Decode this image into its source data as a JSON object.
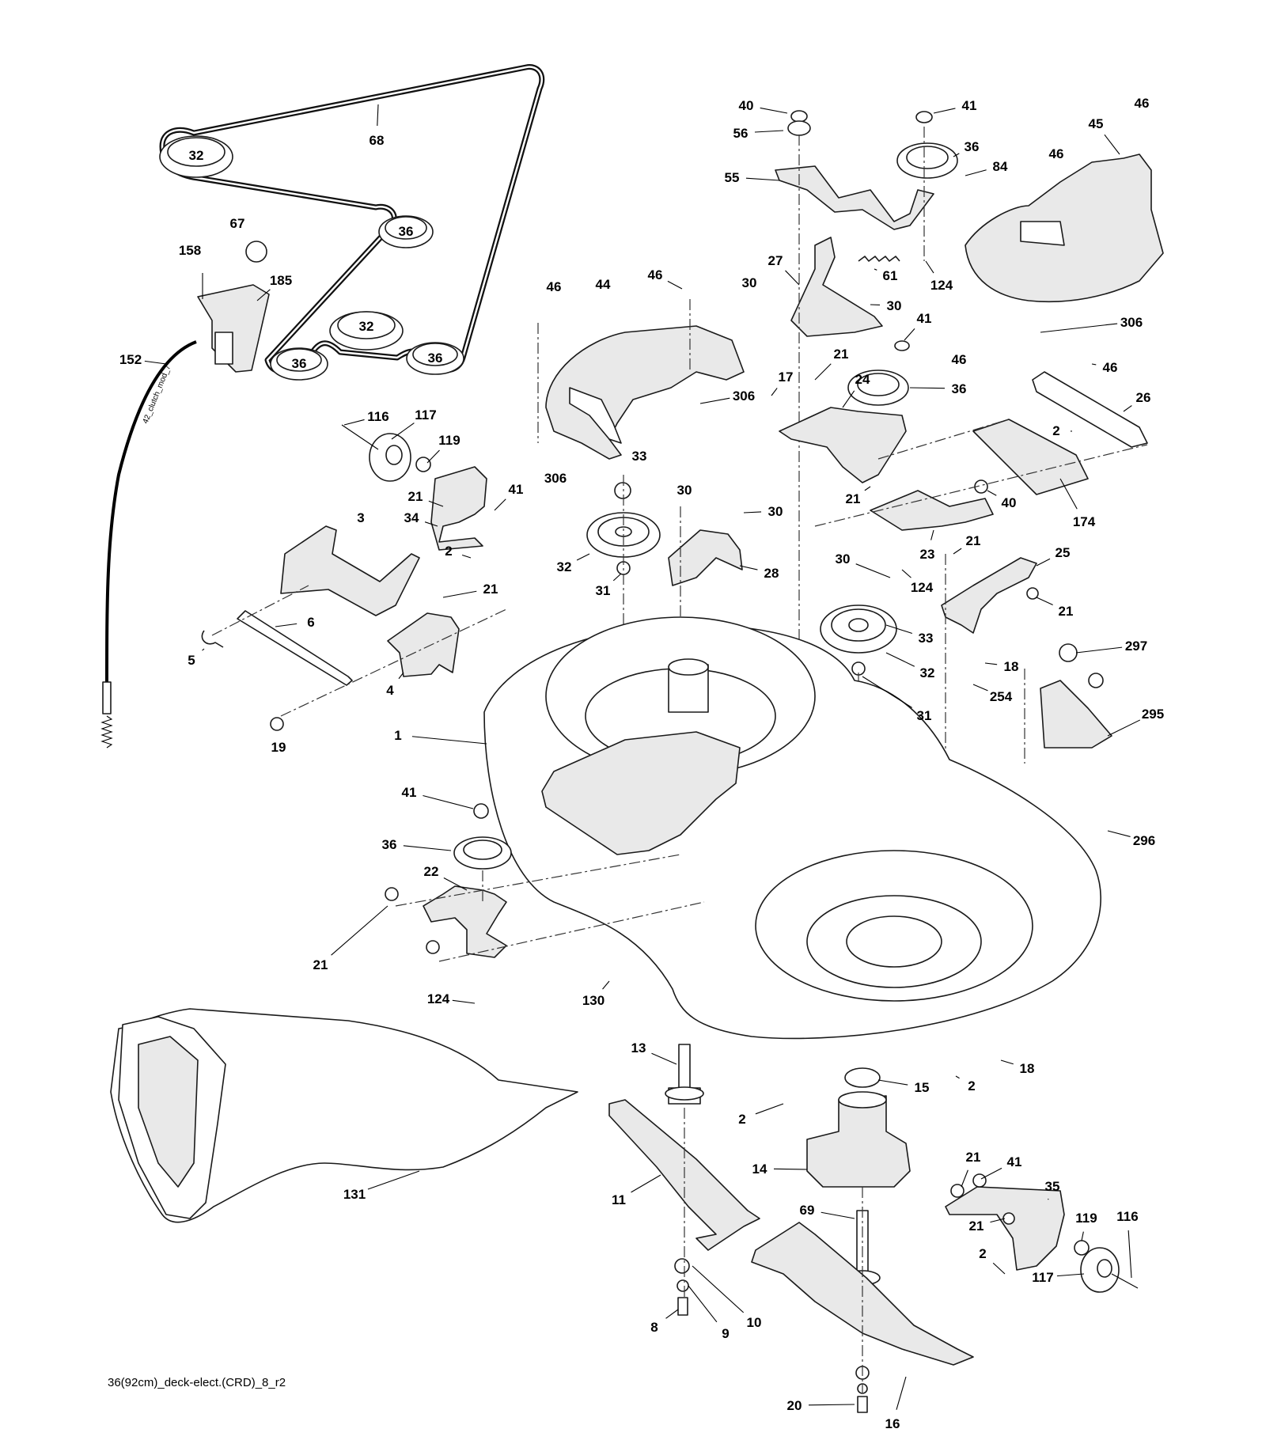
{
  "drawing_code": "36(92cm)_deck-elect.(CRD)_8_r2",
  "cable_tag": "42_clutch_mod_7",
  "callouts": [
    {
      "id": "c68",
      "text": "68"
    },
    {
      "id": "c32a",
      "text": "32"
    },
    {
      "id": "c36a",
      "text": "36"
    },
    {
      "id": "c32b",
      "text": "32"
    },
    {
      "id": "c36b",
      "text": "36"
    },
    {
      "id": "c36c",
      "text": "36"
    },
    {
      "id": "c67",
      "text": "67"
    },
    {
      "id": "c158",
      "text": "158"
    },
    {
      "id": "c185",
      "text": "185"
    },
    {
      "id": "c152",
      "text": "152"
    },
    {
      "id": "c116a",
      "text": "116"
    },
    {
      "id": "c117a",
      "text": "117"
    },
    {
      "id": "c119a",
      "text": "119"
    },
    {
      "id": "c21a",
      "text": "21"
    },
    {
      "id": "c34",
      "text": "34"
    },
    {
      "id": "c41a",
      "text": "41"
    },
    {
      "id": "c3",
      "text": "3"
    },
    {
      "id": "c2a",
      "text": "2"
    },
    {
      "id": "c21b",
      "text": "21"
    },
    {
      "id": "c6",
      "text": "6"
    },
    {
      "id": "c5",
      "text": "5"
    },
    {
      "id": "c4",
      "text": "4"
    },
    {
      "id": "c19",
      "text": "19"
    },
    {
      "id": "c46a",
      "text": "46"
    },
    {
      "id": "c44",
      "text": "44"
    },
    {
      "id": "c46b",
      "text": "46"
    },
    {
      "id": "c306a",
      "text": "306"
    },
    {
      "id": "c306b",
      "text": "306"
    },
    {
      "id": "c33a",
      "text": "33"
    },
    {
      "id": "c30a",
      "text": "30"
    },
    {
      "id": "c30b",
      "text": "30"
    },
    {
      "id": "c32c",
      "text": "32"
    },
    {
      "id": "c31a",
      "text": "31"
    },
    {
      "id": "c28",
      "text": "28"
    },
    {
      "id": "c40a",
      "text": "40"
    },
    {
      "id": "c56",
      "text": "56"
    },
    {
      "id": "c55",
      "text": "55"
    },
    {
      "id": "c41b",
      "text": "41"
    },
    {
      "id": "c36d",
      "text": "36"
    },
    {
      "id": "c84",
      "text": "84"
    },
    {
      "id": "c27",
      "text": "27"
    },
    {
      "id": "c30c",
      "text": "30"
    },
    {
      "id": "c61",
      "text": "61"
    },
    {
      "id": "c30d",
      "text": "30"
    },
    {
      "id": "c124a",
      "text": "124"
    },
    {
      "id": "c41c",
      "text": "41"
    },
    {
      "id": "c21c",
      "text": "21"
    },
    {
      "id": "c17",
      "text": "17"
    },
    {
      "id": "c24",
      "text": "24"
    },
    {
      "id": "c36e",
      "text": "36"
    },
    {
      "id": "c21d",
      "text": "21"
    },
    {
      "id": "c23",
      "text": "23"
    },
    {
      "id": "c40b",
      "text": "40"
    },
    {
      "id": "c30e",
      "text": "30"
    },
    {
      "id": "c124b",
      "text": "124"
    },
    {
      "id": "c21e",
      "text": "21"
    },
    {
      "id": "c25",
      "text": "25"
    },
    {
      "id": "c21f",
      "text": "21"
    },
    {
      "id": "c33b",
      "text": "33"
    },
    {
      "id": "c32d",
      "text": "32"
    },
    {
      "id": "c31b",
      "text": "31"
    },
    {
      "id": "c18a",
      "text": "18"
    },
    {
      "id": "c254",
      "text": "254"
    },
    {
      "id": "c46c",
      "text": "46"
    },
    {
      "id": "c45",
      "text": "45"
    },
    {
      "id": "c46d",
      "text": "46"
    },
    {
      "id": "c306c",
      "text": "306"
    },
    {
      "id": "c46e",
      "text": "46"
    },
    {
      "id": "c46f",
      "text": "46"
    },
    {
      "id": "c26",
      "text": "26"
    },
    {
      "id": "c2b",
      "text": "2"
    },
    {
      "id": "c174",
      "text": "174"
    },
    {
      "id": "c297",
      "text": "297"
    },
    {
      "id": "c295",
      "text": "295"
    },
    {
      "id": "c296",
      "text": "296"
    },
    {
      "id": "c1",
      "text": "1"
    },
    {
      "id": "c41d",
      "text": "41"
    },
    {
      "id": "c36f",
      "text": "36"
    },
    {
      "id": "c22",
      "text": "22"
    },
    {
      "id": "c21g",
      "text": "21"
    },
    {
      "id": "c124c",
      "text": "124"
    },
    {
      "id": "c130",
      "text": "130"
    },
    {
      "id": "c131",
      "text": "131"
    },
    {
      "id": "c13",
      "text": "13"
    },
    {
      "id": "c2c",
      "text": "2"
    },
    {
      "id": "c15",
      "text": "15"
    },
    {
      "id": "c2d",
      "text": "2"
    },
    {
      "id": "c18b",
      "text": "18"
    },
    {
      "id": "c14",
      "text": "14"
    },
    {
      "id": "c11",
      "text": "11"
    },
    {
      "id": "c69",
      "text": "69"
    },
    {
      "id": "c21h",
      "text": "21"
    },
    {
      "id": "c41e",
      "text": "41"
    },
    {
      "id": "c35",
      "text": "35"
    },
    {
      "id": "c21i",
      "text": "21"
    },
    {
      "id": "c119b",
      "text": "119"
    },
    {
      "id": "c116b",
      "text": "116"
    },
    {
      "id": "c2e",
      "text": "2"
    },
    {
      "id": "c117b",
      "text": "117"
    },
    {
      "id": "c8",
      "text": "8"
    },
    {
      "id": "c10",
      "text": "10"
    },
    {
      "id": "c9",
      "text": "9"
    },
    {
      "id": "c20",
      "text": "20"
    },
    {
      "id": "c16",
      "text": "16"
    }
  ]
}
